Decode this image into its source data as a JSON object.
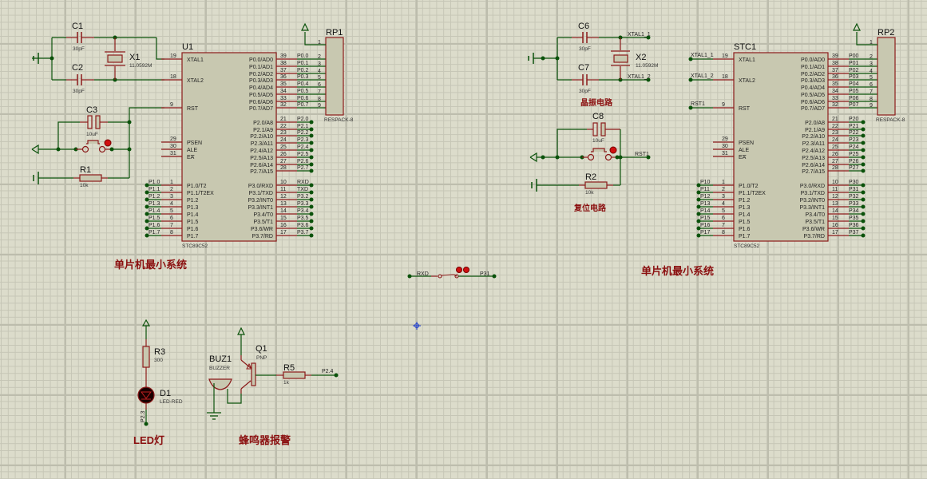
{
  "app": "Proteus ISIS schematic editor",
  "titles": {
    "mcu_system_left": "单片机最小系统",
    "mcu_system_right": "单片机最小系统",
    "crystal_circuit": "晶振电路",
    "reset_circuit": "复位电路",
    "led": "LED灯",
    "buzzer_alarm": "蜂鸣器报警"
  },
  "components": {
    "C1": {
      "ref": "C1",
      "value": "30pF"
    },
    "C2": {
      "ref": "C2",
      "value": "30pF"
    },
    "C3": {
      "ref": "C3",
      "value": "10uF"
    },
    "C6": {
      "ref": "C6",
      "value": "30pF"
    },
    "C7": {
      "ref": "C7",
      "value": "30pF"
    },
    "C8": {
      "ref": "C8",
      "value": "10uF"
    },
    "X1": {
      "ref": "X1",
      "value": "11.0592M"
    },
    "X2": {
      "ref": "X2",
      "value": "11.0592M"
    },
    "R1": {
      "ref": "R1",
      "value": "10k"
    },
    "R2": {
      "ref": "R2",
      "value": "10k"
    },
    "R3": {
      "ref": "R3",
      "value": "300"
    },
    "R5": {
      "ref": "R5",
      "value": "1k"
    },
    "RP1": {
      "ref": "RP1",
      "value": "RESPACK-8"
    },
    "RP2": {
      "ref": "RP2",
      "value": "RESPACK-8"
    },
    "D1": {
      "ref": "D1",
      "value": "LED-RED"
    },
    "BUZ1": {
      "ref": "BUZ1",
      "value": "BUZZER"
    },
    "Q1": {
      "ref": "Q1",
      "value": "PNP"
    },
    "U1": {
      "ref": "U1",
      "value": "STC89C52"
    },
    "STC1": {
      "ref": "STC1",
      "value": "STC89C52"
    }
  },
  "mcu": {
    "left_pins": [
      {
        "num": "19",
        "name": "XTAL1"
      },
      {
        "num": "18",
        "name": "XTAL2"
      },
      {
        "num": "9",
        "name": "RST"
      },
      {
        "num": "29",
        "name": "PSEN"
      },
      {
        "num": "30",
        "name": "ALE"
      },
      {
        "num": "31",
        "name": "EA"
      },
      {
        "num": "1",
        "name": "P1.0/T2"
      },
      {
        "num": "2",
        "name": "P1.1/T2EX"
      },
      {
        "num": "3",
        "name": "P1.2"
      },
      {
        "num": "4",
        "name": "P1.3"
      },
      {
        "num": "5",
        "name": "P1.4"
      },
      {
        "num": "6",
        "name": "P1.5"
      },
      {
        "num": "7",
        "name": "P1.6"
      },
      {
        "num": "8",
        "name": "P1.7"
      }
    ],
    "right_pins": [
      {
        "num": "39",
        "name": "P0.0/AD0"
      },
      {
        "num": "38",
        "name": "P0.1/AD1"
      },
      {
        "num": "37",
        "name": "P0.2/AD2"
      },
      {
        "num": "36",
        "name": "P0.3/AD3"
      },
      {
        "num": "35",
        "name": "P0.4/AD4"
      },
      {
        "num": "34",
        "name": "P0.5/AD5"
      },
      {
        "num": "33",
        "name": "P0.6/AD6"
      },
      {
        "num": "32",
        "name": "P0.7/AD7"
      },
      {
        "num": "21",
        "name": "P2.0/A8"
      },
      {
        "num": "22",
        "name": "P2.1/A9"
      },
      {
        "num": "23",
        "name": "P2.2/A10"
      },
      {
        "num": "24",
        "name": "P2.3/A11"
      },
      {
        "num": "25",
        "name": "P2.4/A12"
      },
      {
        "num": "26",
        "name": "P2.5/A13"
      },
      {
        "num": "27",
        "name": "P2.6/A14"
      },
      {
        "num": "28",
        "name": "P2.7/A15"
      },
      {
        "num": "10",
        "name": "P3.0/RXD"
      },
      {
        "num": "11",
        "name": "P3.1/TXD"
      },
      {
        "num": "12",
        "name": "P3.2/INT0"
      },
      {
        "num": "13",
        "name": "P3.3/INT1"
      },
      {
        "num": "14",
        "name": "P3.4/T0"
      },
      {
        "num": "15",
        "name": "P3.5/T1"
      },
      {
        "num": "16",
        "name": "P3.6/WR"
      },
      {
        "num": "17",
        "name": "P3.7/RD"
      }
    ]
  },
  "u1_net_labels": {
    "p0": [
      "P0.0",
      "P0.1",
      "P0.2",
      "P0.3",
      "P0.4",
      "P0.5",
      "P0.6",
      "P0.7"
    ],
    "p2": [
      "P2.0",
      "P2.1",
      "P2.2",
      "P2.3",
      "P2.4",
      "P2.5",
      "P2.6",
      "P2.7"
    ],
    "p3": [
      "RXD",
      "TXD",
      "P3.2",
      "P3.3",
      "P3.4",
      "P3.5",
      "P3.6",
      "P3.7"
    ],
    "p1": [
      "P1.0",
      "P1.1",
      "P1.2",
      "P1.3",
      "P1.4",
      "P1.5",
      "P1.6",
      "P1.7"
    ]
  },
  "stc1_net_labels": {
    "xtal": [
      "XTAL1_1",
      "XTAL1_2"
    ],
    "rst": "RST1",
    "p0": [
      "P00",
      "P01",
      "P02",
      "P03",
      "P04",
      "P05",
      "P06",
      "P07"
    ],
    "p2": [
      "P20",
      "P21",
      "P22",
      "P23",
      "P24",
      "P25",
      "P26",
      "P27"
    ],
    "p3": [
      "P30",
      "P31",
      "P32",
      "P33",
      "P34",
      "P35",
      "P36",
      "P37"
    ],
    "p1": [
      "P10",
      "P11",
      "P12",
      "P13",
      "P14",
      "P15",
      "P16",
      "P17"
    ]
  },
  "respack_pins": [
    "1",
    "2",
    "3",
    "4",
    "5",
    "6",
    "7",
    "8",
    "9"
  ],
  "misc_labels": {
    "xtal1_1": "XTAL1_1",
    "xtal1_2": "XTAL1_2",
    "rst1": "RST1",
    "switch_left": "RXD",
    "switch_right": "P31",
    "led_net": "P2.3",
    "buzzer_net": "P2.4"
  }
}
